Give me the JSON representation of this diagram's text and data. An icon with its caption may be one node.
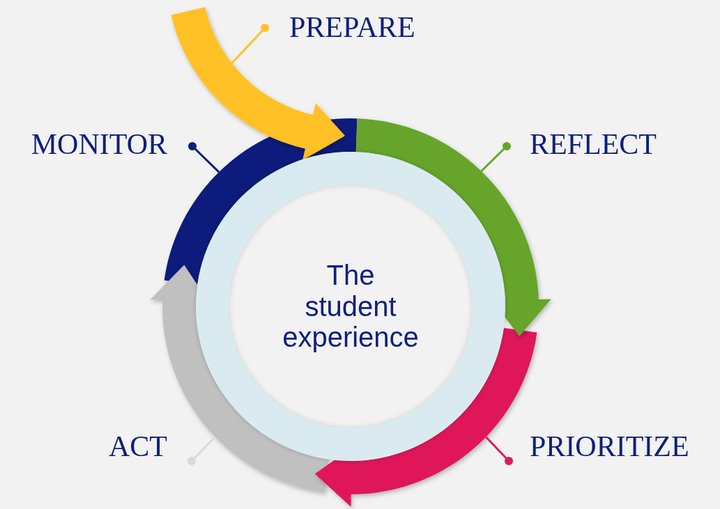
{
  "diagram": {
    "nodes": [
      {
        "text": [
          "The student experience"
        ]
      },
      {
        "text": [
          "PREPARE"
        ]
      },
      {
        "text": [
          "REFLECT"
        ]
      },
      {
        "text": [
          "PRIORITIZE"
        ]
      },
      {
        "text": [
          "ACT"
        ]
      },
      {
        "text": [
          "MONITOR"
        ]
      },
      {
        "text": [],
        "shape": "arrow"
      },
      {
        "text": [],
        "shape": "arrow"
      },
      {
        "text": [],
        "shape": "arrow"
      },
      {
        "text": [],
        "shape": "arrow"
      },
      {
        "text": [],
        "shape": "arc"
      }
    ],
    "edges": [
      {
        "from": 1,
        "to": 6,
        "arrow": "other",
        "color": "#ffc125"
      },
      {
        "from": 2,
        "to": 7,
        "arrow": "other",
        "color": "#66a529"
      },
      {
        "from": 3,
        "to": 8,
        "arrow": "other",
        "color": "#e0195a"
      },
      {
        "from": 4,
        "to": 9,
        "arrow": "other",
        "color": "#dadada"
      },
      {
        "from": 5,
        "to": 10,
        "arrow": "other",
        "color": "#0e1f7c"
      }
    ]
  }
}
